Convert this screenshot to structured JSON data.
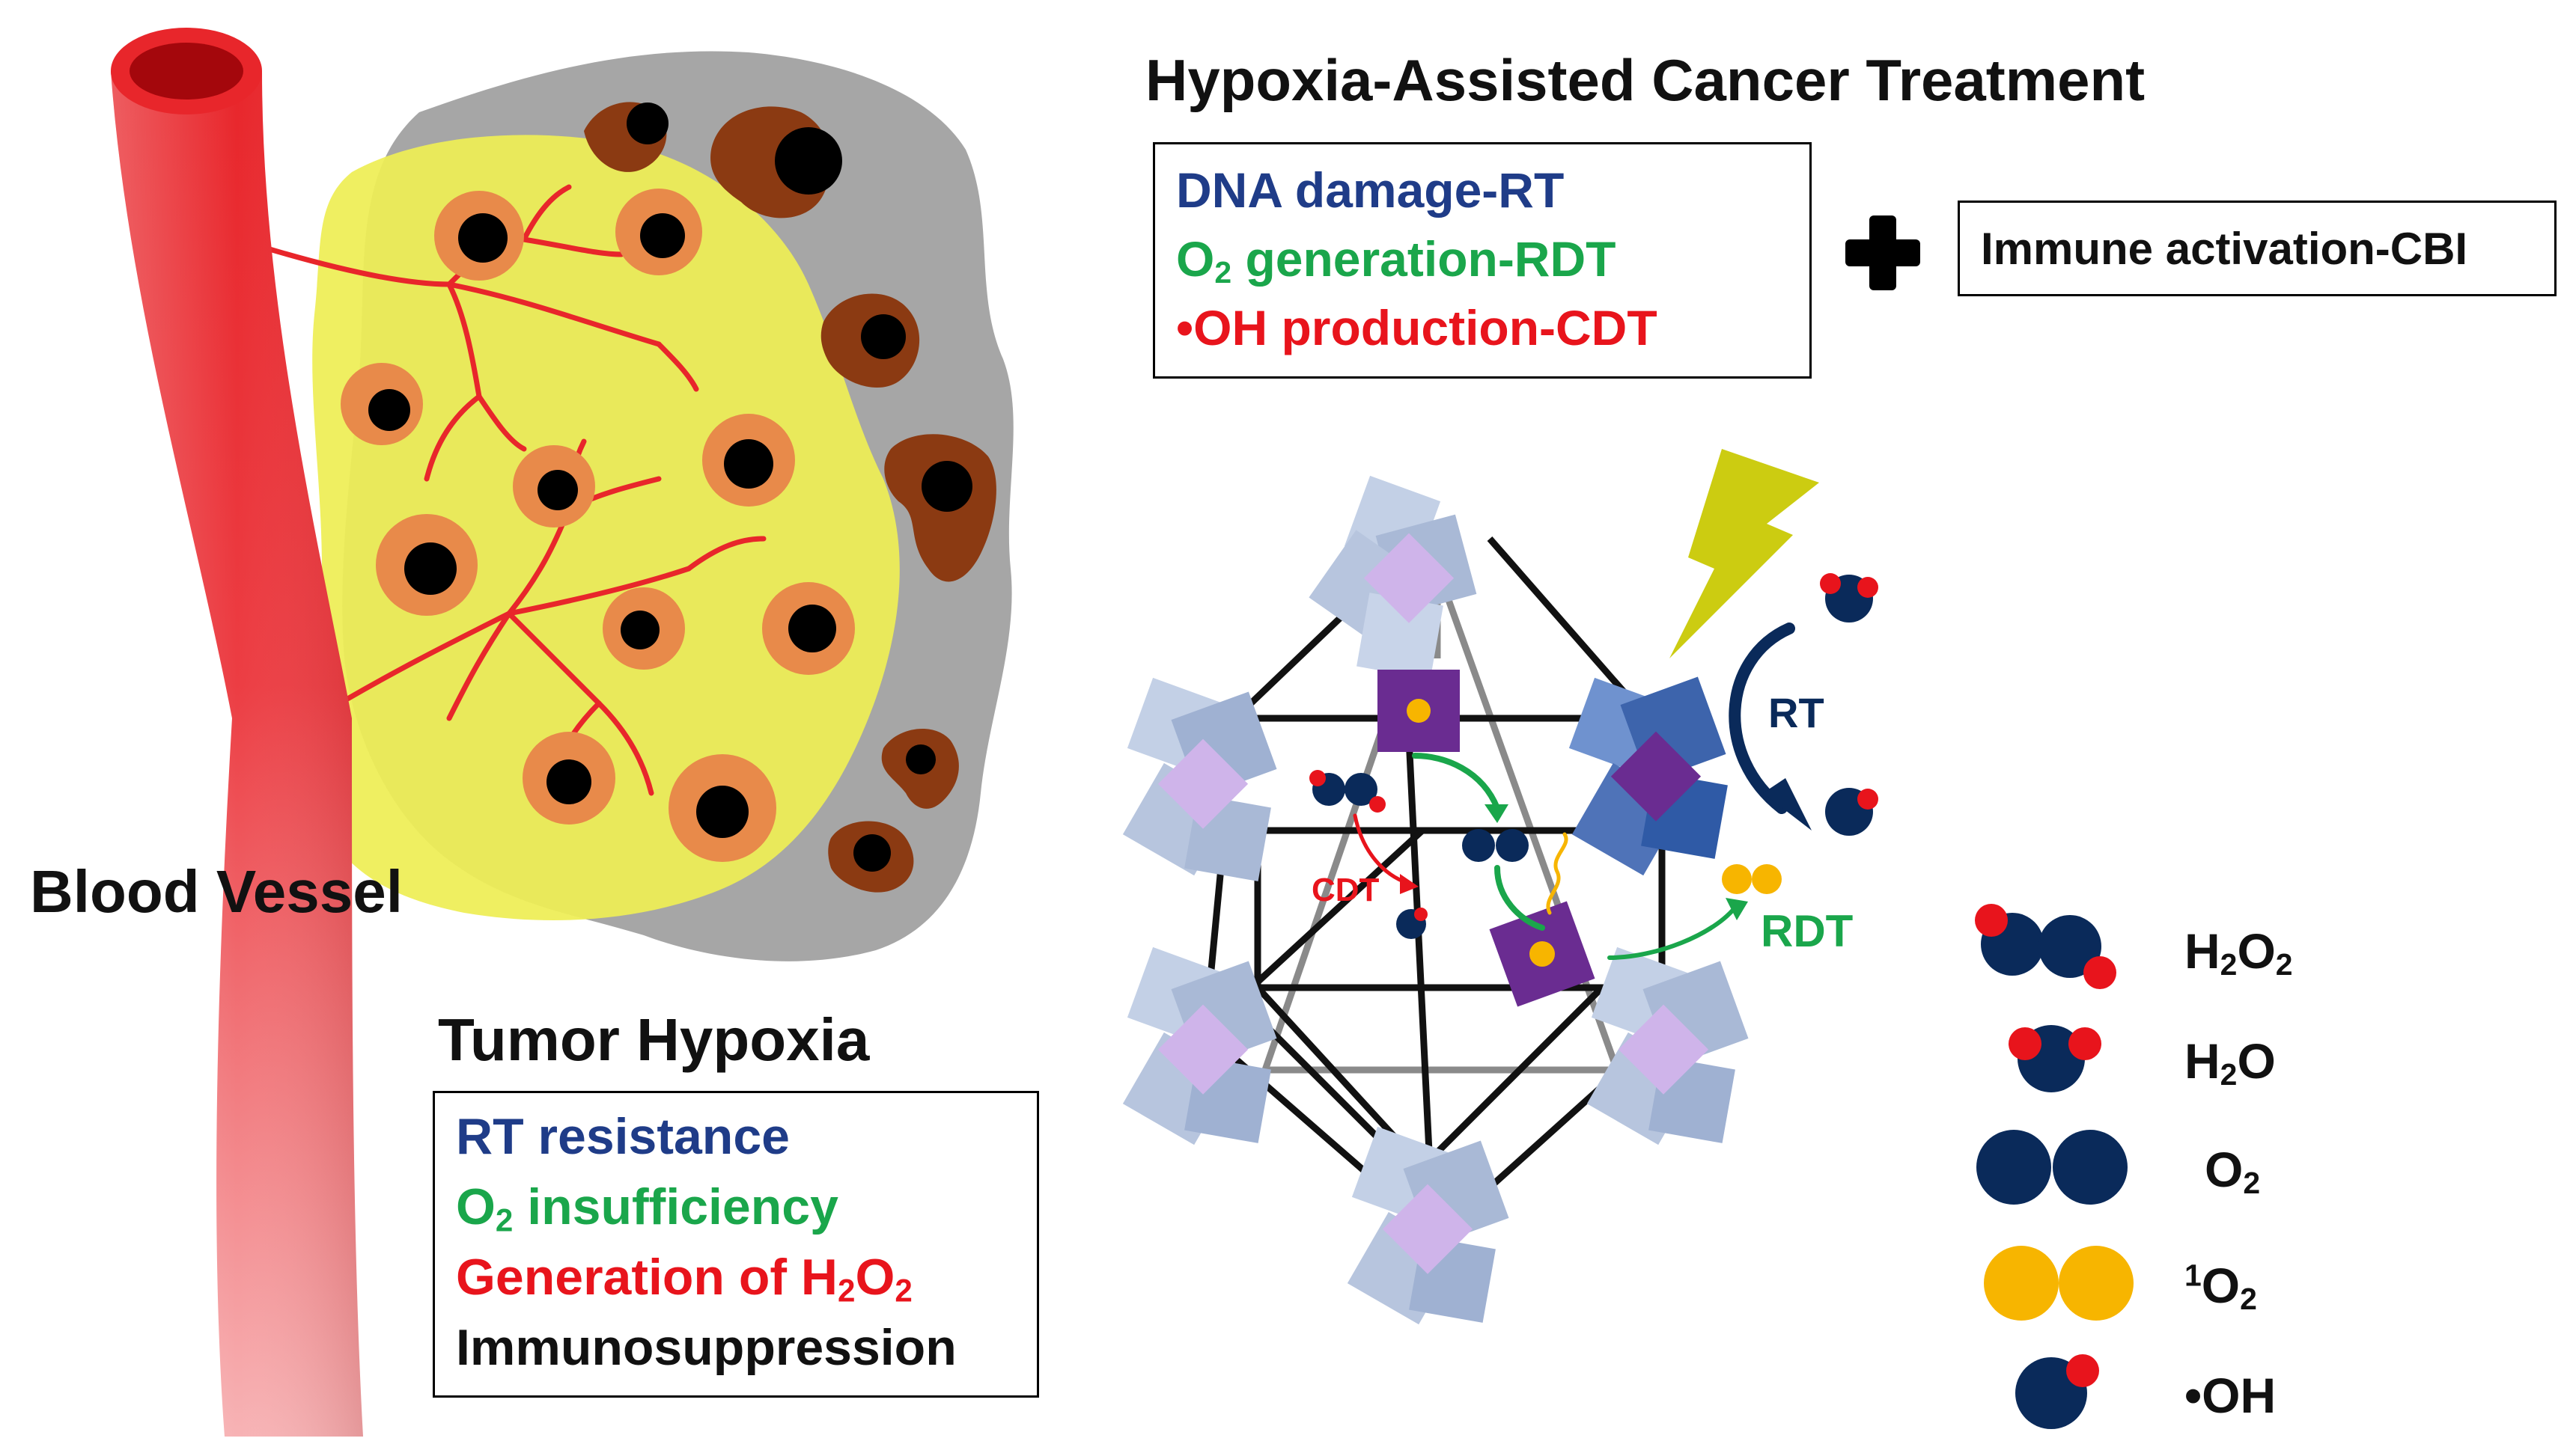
{
  "colors": {
    "vessel": "#e8262b",
    "tumor_gray": "#a6a6a6",
    "hypoxia_yellow": "#eeee55",
    "cell_orange": "#e88a4a",
    "necrotic_brown": "#8b3a12",
    "nucleus": "#000000",
    "mof_cube": "#b9c8e2",
    "mof_cube_dark": "#4f73b8",
    "linker_purple": "#6a2c91",
    "node_lilac": "#cfb4ea",
    "dna_blue": "#1f3c88",
    "o2_green": "#1aa64b",
    "oh_red": "#e8141c",
    "bolt": "#cccc11",
    "navy_atom": "#0a2a5a",
    "red_atom": "#e8141c",
    "singlet_gold": "#f7b500"
  },
  "main_title": "Hypoxia-Assisted Cancer Treatment",
  "treatment_box": {
    "line1": "DNA damage-RT",
    "line2_pre": "O",
    "line2_sub": "2",
    "line2_post": " generation-RDT",
    "line3": "•OH production-CDT"
  },
  "plus_symbol": "✚",
  "immune_box": "Immune activation-CBI",
  "blood_vessel_label": "Blood Vessel",
  "hypoxia_title": "Tumor Hypoxia",
  "hypoxia_box": {
    "line1": "RT resistance",
    "line2_pre": "O",
    "line2_sub": "2",
    "line2_post": " insufficiency",
    "line3_pre": "Generation of H",
    "line3_sub1": "2",
    "line3_mid": "O",
    "line3_sub2": "2",
    "line4": "Immunosuppression"
  },
  "process_labels": {
    "rt": "RT",
    "cdt": "CDT",
    "rdt": "RDT"
  },
  "legend": [
    {
      "pre": "H",
      "sub1": "2",
      "mid": "O",
      "sub2": "2",
      "icon": "h2o2-molecule-icon"
    },
    {
      "pre": "H",
      "sub1": "2",
      "mid": "O",
      "sub2": "",
      "icon": "h2o-molecule-icon"
    },
    {
      "pre": "O",
      "sub1": "2",
      "mid": "",
      "sub2": "",
      "icon": "o2-molecule-icon"
    },
    {
      "sup": "1",
      "pre": "O",
      "sub1": "2",
      "mid": "",
      "sub2": "",
      "icon": "singlet-oxygen-icon"
    },
    {
      "pre": "•OH",
      "sub1": "",
      "mid": "",
      "sub2": "",
      "icon": "hydroxyl-radical-icon"
    }
  ]
}
